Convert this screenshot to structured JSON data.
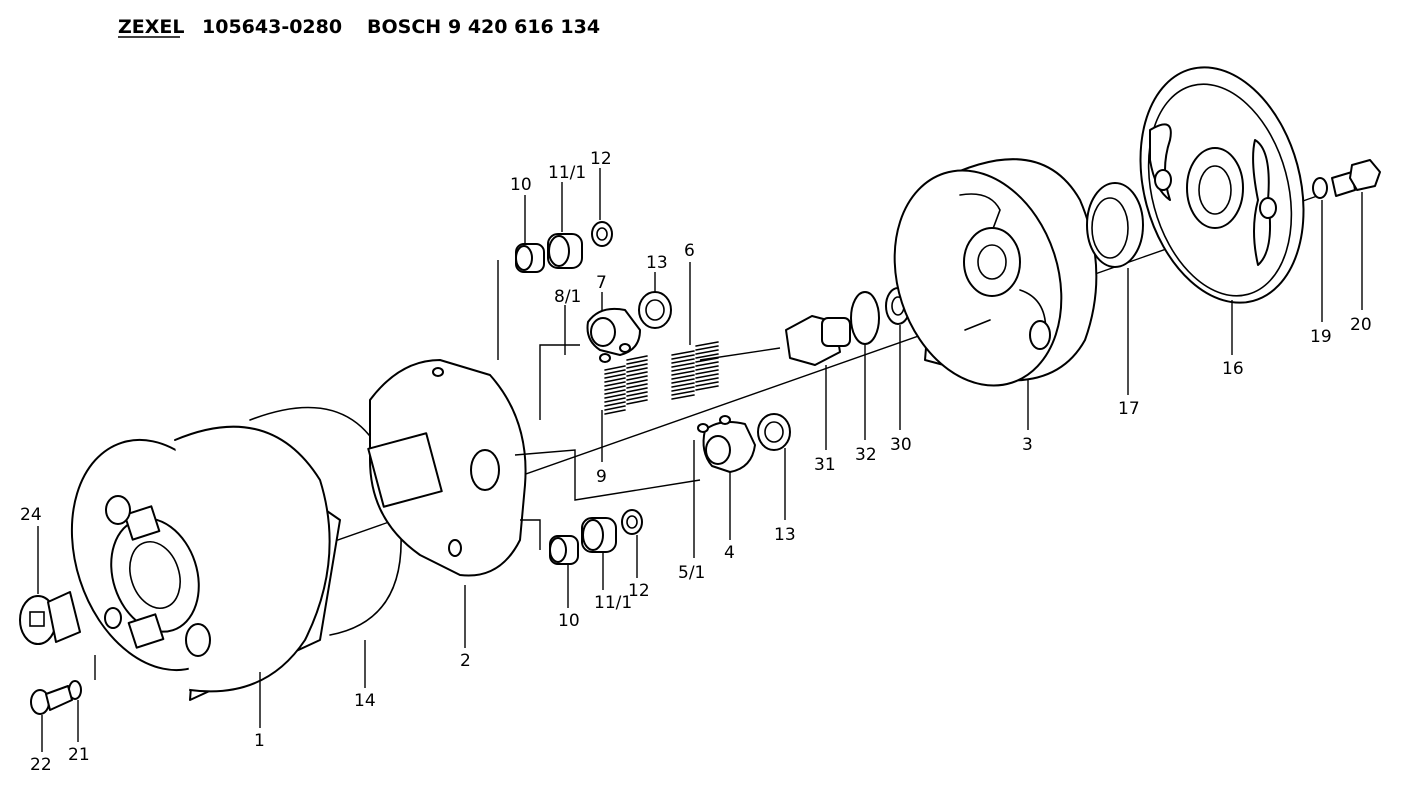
{
  "header": {
    "brand": "ZEXEL",
    "zexel_number": "105643-0280",
    "brand2": "BOSCH",
    "bosch_number": "9 420 616 134"
  },
  "callouts": {
    "c1": "1",
    "c2": "2",
    "c3": "3",
    "c4": "4",
    "c5": "5/1",
    "c6": "6",
    "c7": "7",
    "c8": "8/1",
    "c9": "9",
    "c10a": "10",
    "c10b": "10",
    "c11a": "11/1",
    "c11b": "11/1",
    "c12a": "12",
    "c12b": "12",
    "c13a": "13",
    "c13b": "13",
    "c14": "14",
    "c16": "16",
    "c17": "17",
    "c19": "19",
    "c20": "20",
    "c21": "21",
    "c22": "22",
    "c24": "24",
    "c30": "30",
    "c31": "31",
    "c32": "32"
  }
}
